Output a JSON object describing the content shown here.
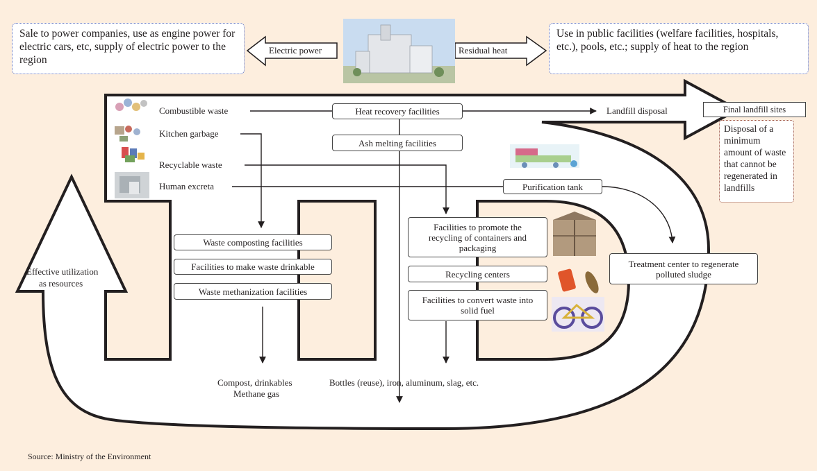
{
  "top": {
    "left_box": "Sale to power companies, use as engine power for electric cars, etc, supply of electric power to the region",
    "electric_power": "Electric power",
    "residual_heat": "Residual heat",
    "right_box": "Use in public facilities (welfare facilities, hospitals, etc.), pools, etc.; supply of heat to the region"
  },
  "wastes": {
    "combustible": "Combustible waste",
    "kitchen": "Kitchen garbage",
    "recyclable": "Recyclable waste",
    "excreta": "Human excreta"
  },
  "facilities": {
    "heat_recovery": "Heat recovery facilities",
    "ash_melting": "Ash melting facilities",
    "purification": "Purification tank",
    "composting": "Waste composting facilities",
    "drinkable": "Facilities to make waste drinkable",
    "methanization": "Waste methanization facilities",
    "containers": "Facilities to promote the recycling of containers and packaging",
    "recycling_centers": "Recycling centers",
    "solid_fuel": "Facilities to convert waste into solid fuel",
    "sludge": "Treatment center to regenerate polluted sludge"
  },
  "landfill": {
    "disposal": "Landfill disposal",
    "final_sites": "Final landfill sites",
    "note": "Disposal of a minimum amount of waste that cannot be regenerated in landfills"
  },
  "outputs": {
    "compost": "Compost, drinkables",
    "methane": "Methane gas",
    "bottles": "Bottles (reuse), iron, aluminum, slag, etc."
  },
  "effective": {
    "line1": "Effective utilization",
    "line2": "as resources"
  },
  "source": "Source: Ministry of the Environment"
}
